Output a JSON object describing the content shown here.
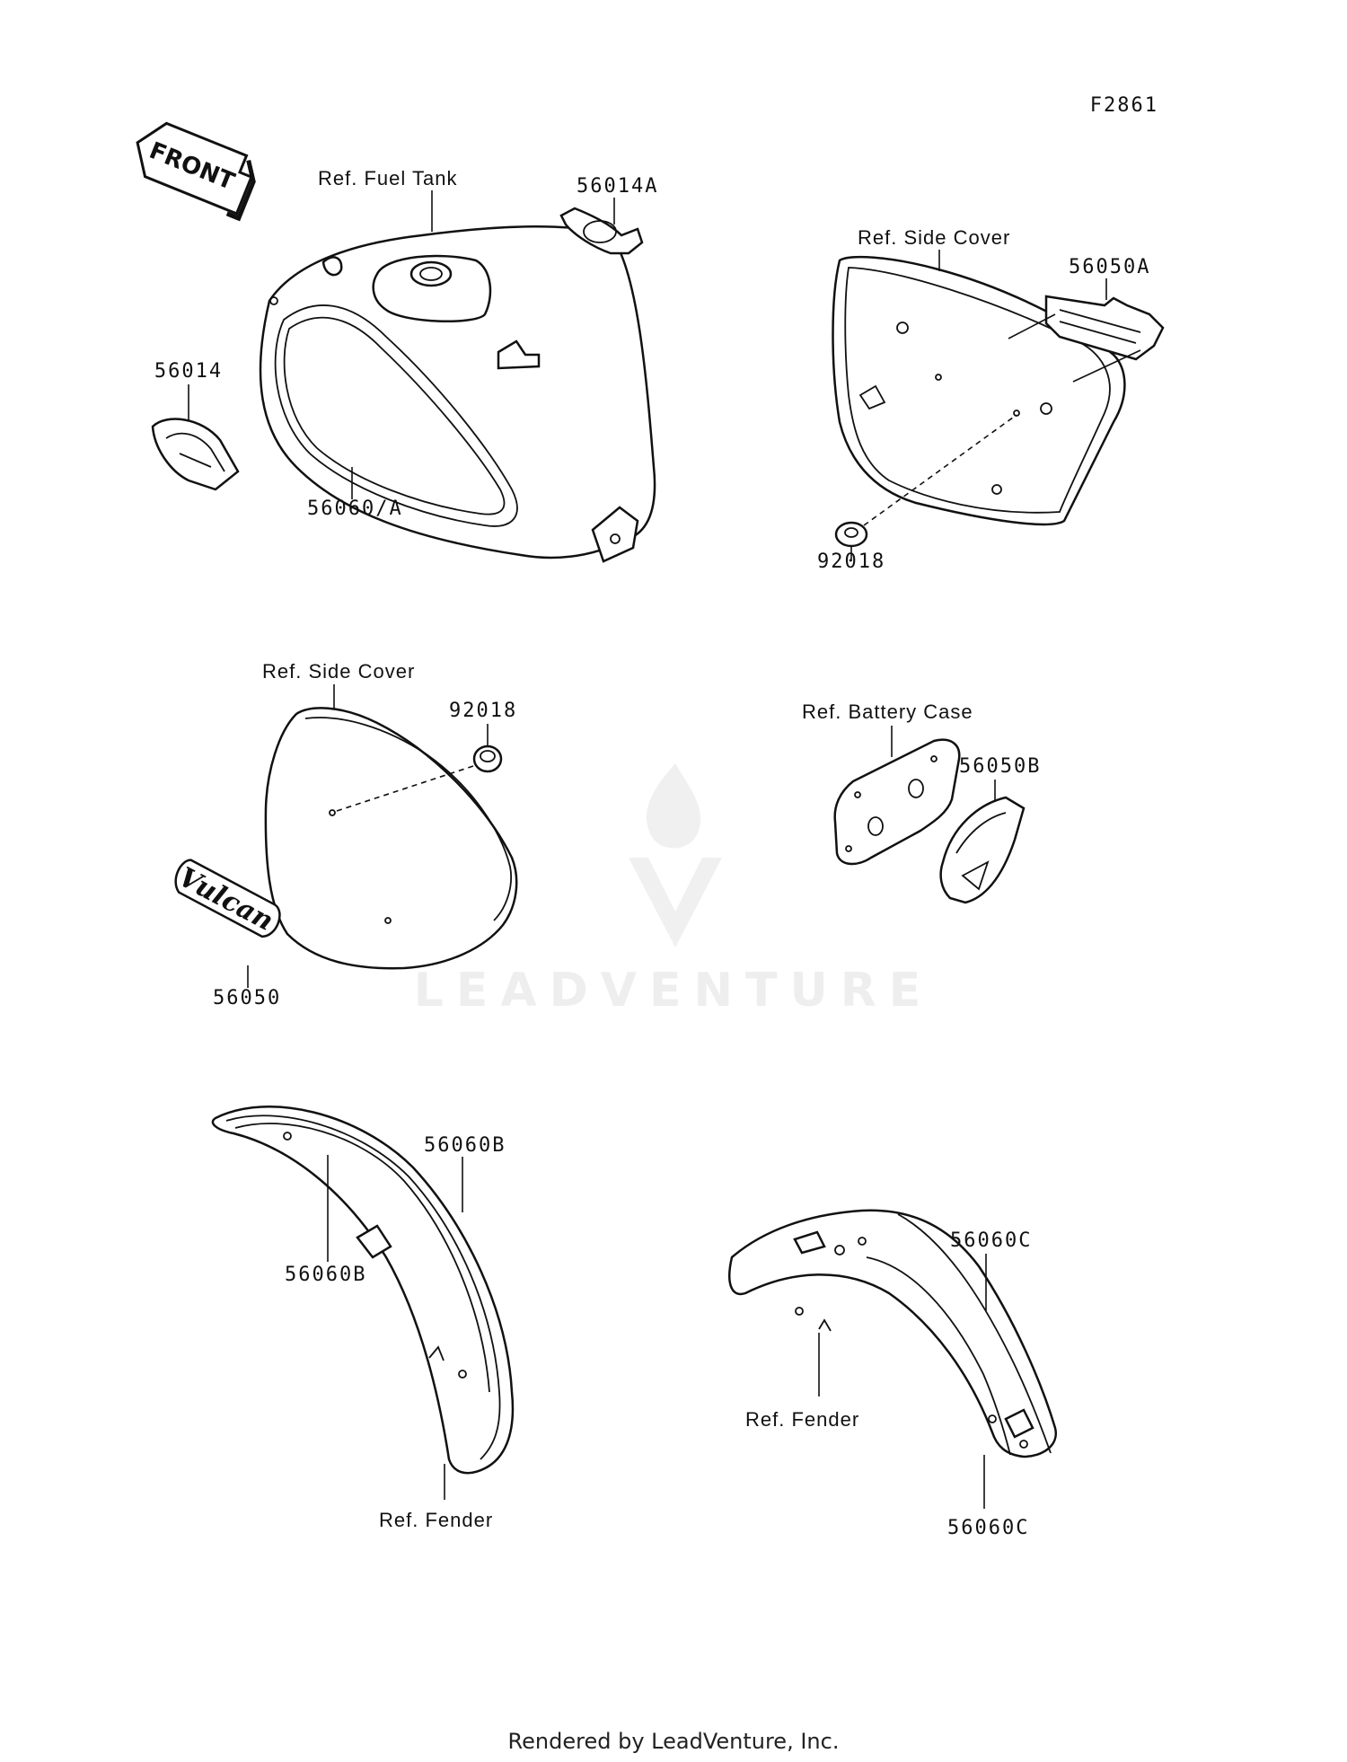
{
  "diagram_code": "F2861",
  "front_arrow": {
    "text": "FRONT",
    "icon": "front-arrow-icon"
  },
  "labels": {
    "fuel_tank_ref": "Ref. Fuel Tank",
    "side_cover_ref_right": "Ref. Side Cover",
    "side_cover_ref_left": "Ref. Side Cover",
    "battery_case_ref": "Ref. Battery Case",
    "front_fender_ref": "Ref. Fender",
    "rear_fender_ref": "Ref. Fender"
  },
  "part_numbers": {
    "p56014": "56014",
    "p56014A": "56014A",
    "p56060A": "56060/A",
    "p56050A": "56050A",
    "p92018_right": "92018",
    "p92018_left": "92018",
    "p56050B": "56050B",
    "p56050": "56050",
    "p56060B_outer": "56060B",
    "p56060B_inner": "56060B",
    "p56060C_top": "56060C",
    "p56060C_bottom": "56060C"
  },
  "emblem_text": "Vulcan",
  "watermark": "LEADVENTURE",
  "footer": "Rendered by LeadVenture, Inc."
}
